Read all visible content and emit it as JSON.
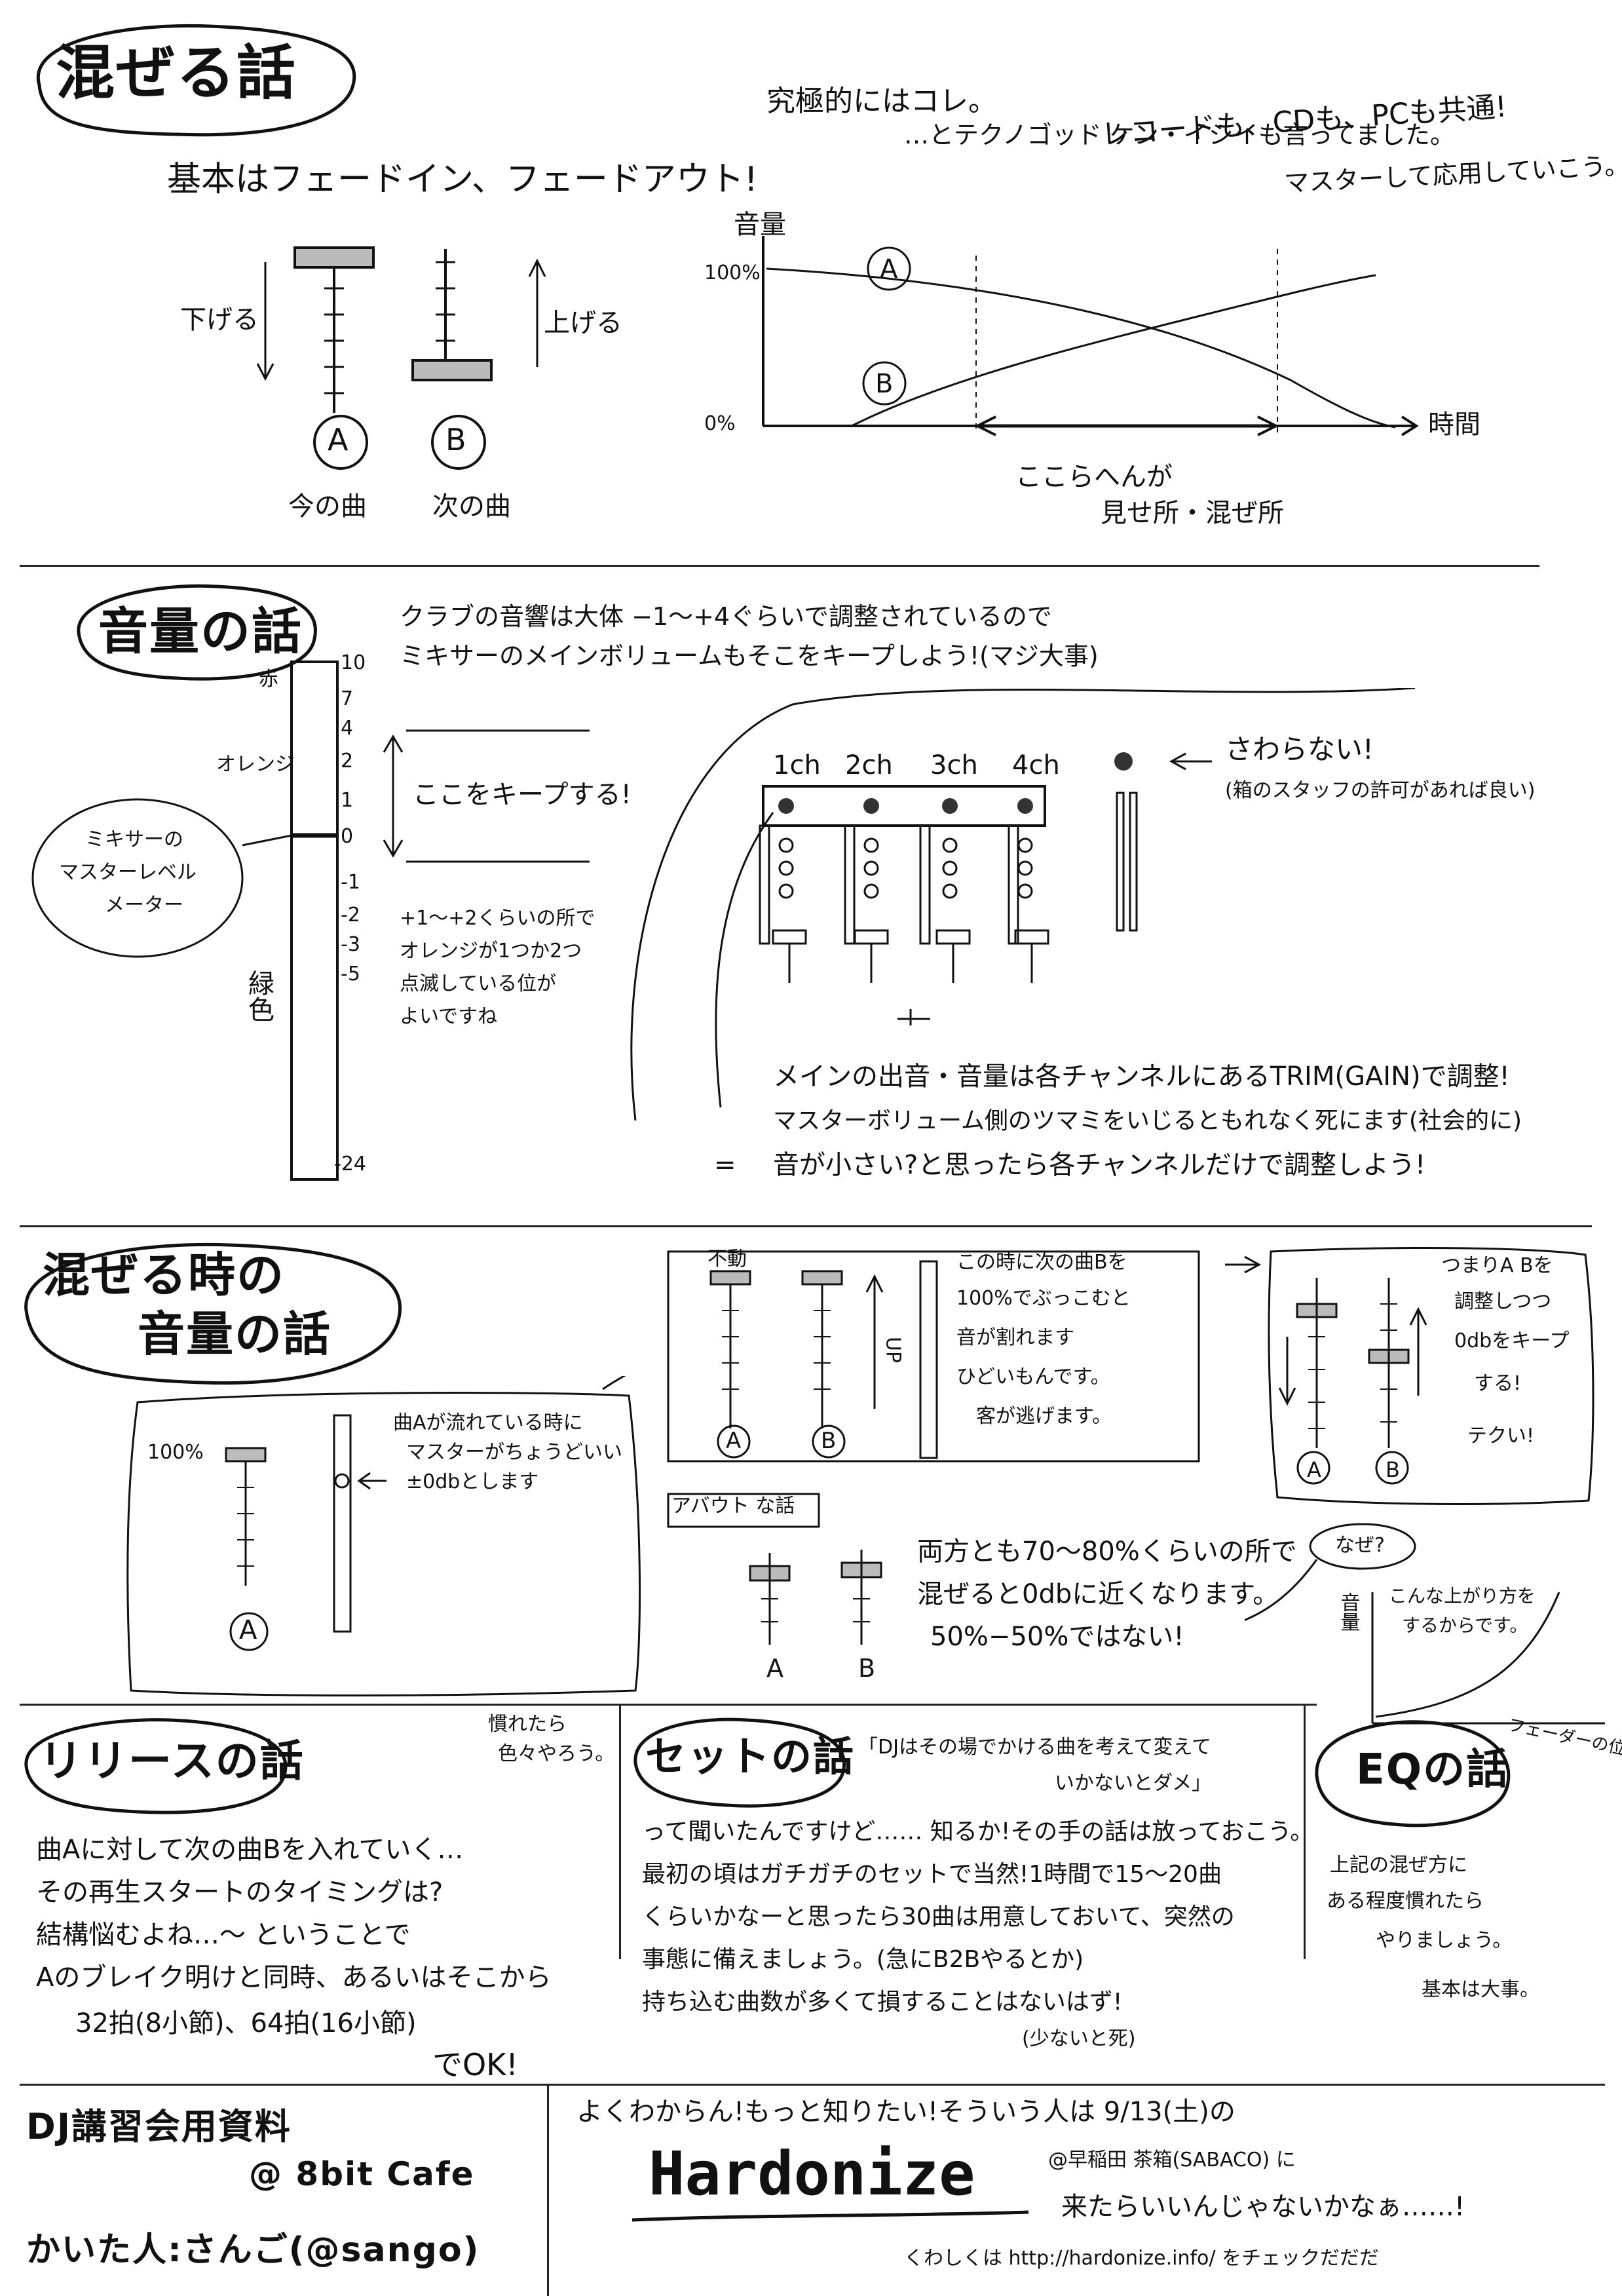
{
  "s1": {
    "title": "混ぜる話",
    "basic": "基本はフェードイン、フェードアウト!",
    "ultimate": "究極的にはコレ。",
    "techno": "…とテクノゴッド ケン・イシイも言ってました。",
    "common1": "レコードも、CDも、PCも共通!",
    "common2": "マスターして応用していこう。",
    "down": "下げる",
    "up": "上げる",
    "label_a": "A",
    "label_b": "B",
    "cap_a": "今の曲",
    "cap_b": "次の曲",
    "graph_y": "音量",
    "graph_100": "100%",
    "graph_0": "0%",
    "graph_x": "時間",
    "graph_a": "A",
    "graph_b": "B",
    "highlight1": "ここらへんが",
    "highlight2": "見せ所・混ぜ所"
  },
  "s2": {
    "title": "音量の話",
    "club1": "クラブの音響は大体 −1〜+4ぐらいで調整されているので",
    "club2": "ミキサーのメインボリュームもそこをキープしよう!(マジ大事)",
    "red": "赤",
    "orange": "オレンジ",
    "green": "緑色",
    "bubble1": "ミキサーの",
    "bubble2": "マスターレベル",
    "bubble3": "メーター",
    "ticks": [
      "10",
      "7",
      "4",
      "2",
      "1",
      "0",
      "-1",
      "-2",
      "-3",
      "-5",
      "-24"
    ],
    "keep": "ここをキープする!",
    "blink1": "+1〜+2くらいの所で",
    "blink2": "オレンジが1つか2つ",
    "blink3": "点滅している位が",
    "blink4": "よいですね",
    "ch": [
      "1ch",
      "2ch",
      "3ch",
      "4ch"
    ],
    "nottouch": "さわらない!",
    "staff": "(箱のスタッフの許可があれば良い)",
    "trim1": "メインの出音・音量は各チャンネルにあるTRIM(GAIN)で調整!",
    "trim2": "マスターボリューム側のツマミをいじるともれなく死にます(社会的に)",
    "trim_eq": "=",
    "trim3": "音が小さい?と思ったら各チャンネルだけで調整しよう!"
  },
  "s3": {
    "title1": "混ぜる時の",
    "title2": "音量の話",
    "pct100": "100%",
    "playing1": "曲Aが流れている時に",
    "playing2": "マスターがちょうどいい",
    "playing3": "±0dbとします",
    "fudo": "不動",
    "up_label": "UP",
    "a": "A",
    "b": "B",
    "bad1": "この時に次の曲Bを",
    "bad2": "100%でぶっこむと",
    "bad3": "音が割れます",
    "bad4": "ひどいもんです。",
    "bad5": "客が逃げます。",
    "good1": "つまりA Bを",
    "good2": "調整しつつ",
    "good3": "0dbをキープ",
    "good4": "する!",
    "good5": "テクい!",
    "abaut": "アバウト な話",
    "both1": "両方とも70〜80%くらいの所で",
    "both2": "混ぜると0dbに近くなります。",
    "both3": "50%−50%ではない!",
    "why": "なぜ?",
    "vol": "音量",
    "curve1": "こんな上がり方を",
    "curve2": "するからです。",
    "fader": "フェーダーの位置"
  },
  "release": {
    "title": "リリースの話",
    "side1": "慣れたら",
    "side2": "色々やろう。",
    "l1": "曲Aに対して次の曲Bを入れていく…",
    "l2": "その再生スタートのタイミングは?",
    "l3": "結構悩むよね…〜 ということで",
    "l4": "Aのブレイク明けと同時、あるいはそこから",
    "l5": "32拍(8小節)、64拍(16小節)",
    "l6": "でOK!"
  },
  "set": {
    "title": "セットの話",
    "quote1": "「DJはその場でかける曲を考えて変えて",
    "quote2": "いかないとダメ」",
    "l1": "って聞いたんですけど…… 知るか!その手の話は放っておこう。",
    "l2": "最初の頃はガチガチのセットで当然!1時間で15〜20曲",
    "l3": "くらいかなーと思ったら30曲は用意しておいて、突然の",
    "l4": "事態に備えましょう。(急にB2Bやるとか)",
    "l5": "持ち込む曲数が多くて損することはないはず!",
    "l6": "(少ないと死)"
  },
  "eq": {
    "title": "EQの話",
    "l1": "上記の混ぜ方に",
    "l2": "ある程度慣れたら",
    "l3": "やりましょう。",
    "l4": "基本は大事。"
  },
  "footer": {
    "name1": "DJ講習会用資料",
    "name2": "@ 8bit Cafe",
    "author": "かいた人:さんご(@sango)",
    "more": "よくわからん!もっと知りたい!そういう人は 9/13(土)の",
    "event": "Hardonize",
    "venue": "@早稲田 茶箱(SABACO) に",
    "come": "来たらいいんじゃないかなぁ……!",
    "url": "くわしくは http://hardonize.info/ をチェックだだだ"
  }
}
